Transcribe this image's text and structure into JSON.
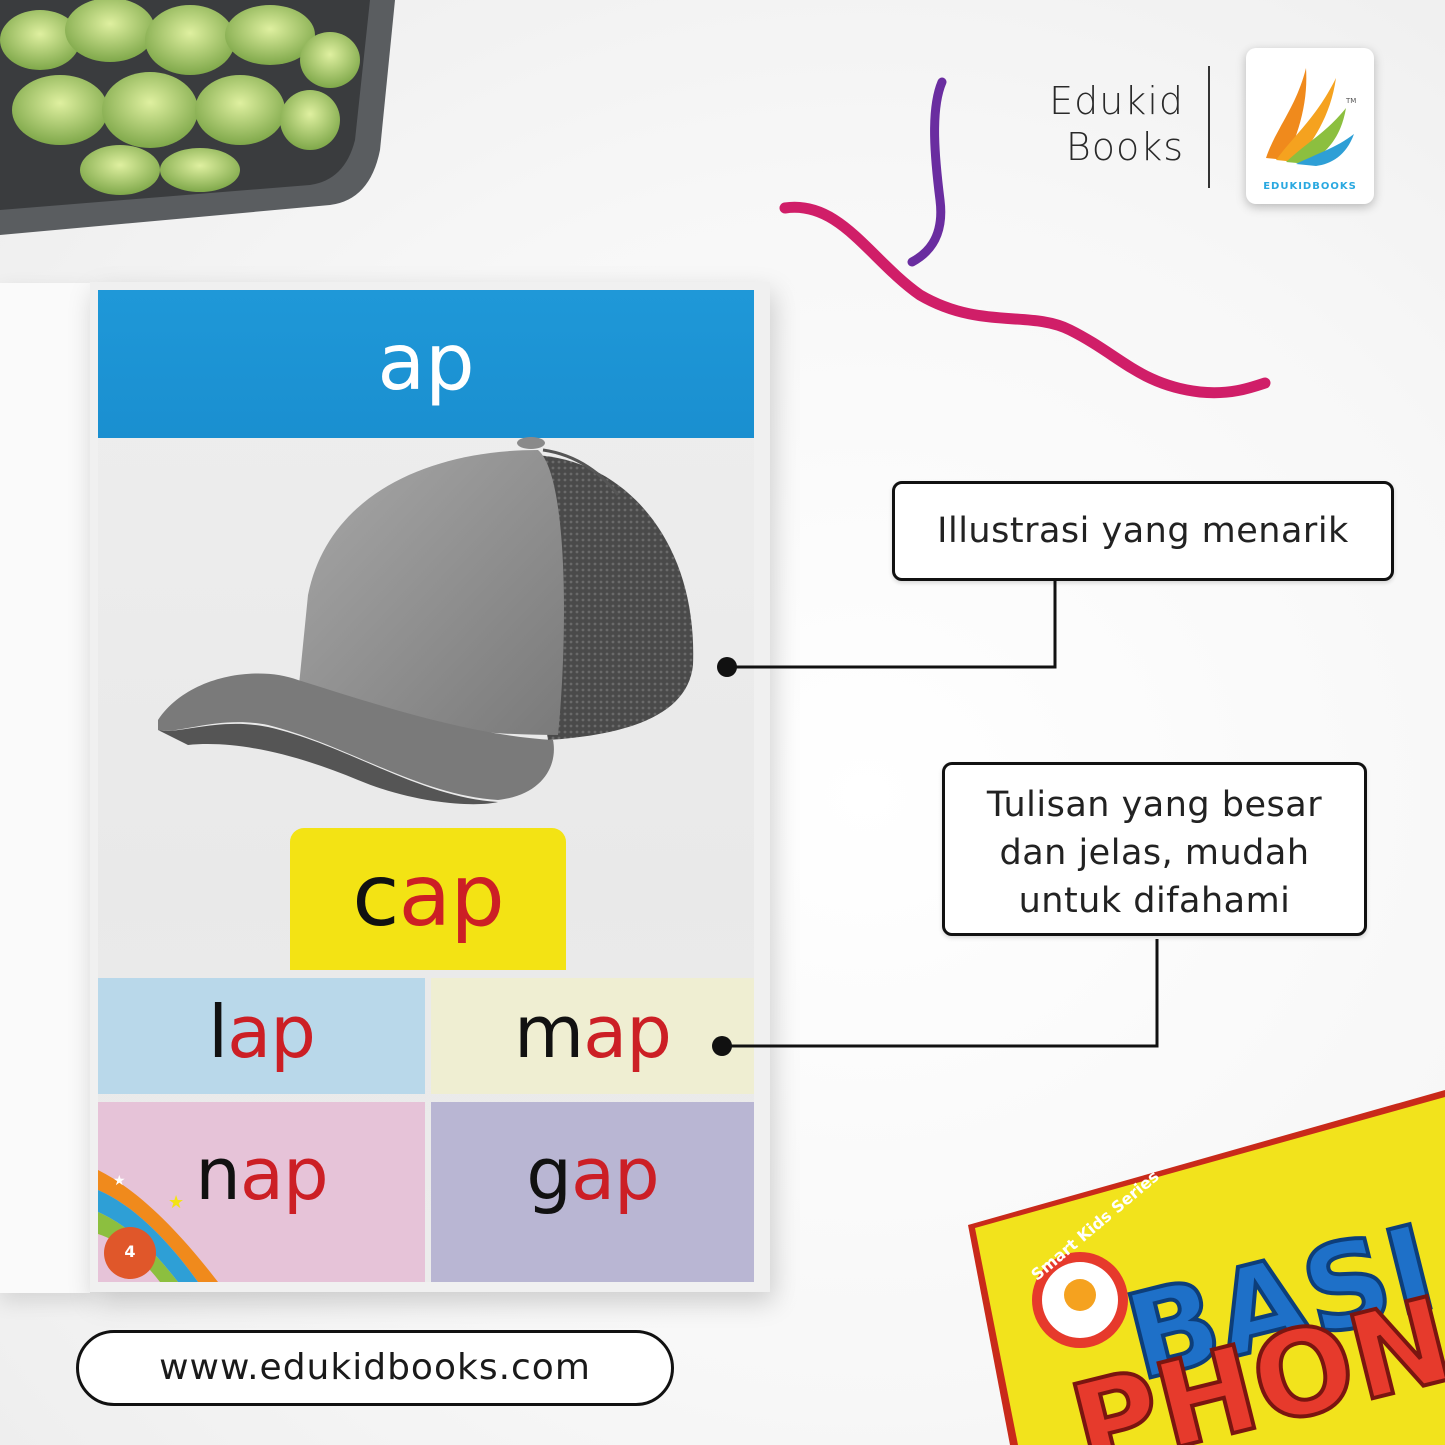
{
  "brand": {
    "name_line1": "Edukid",
    "name_line2": "Books",
    "logo_label": "EDUKIDBOOKS",
    "colors": {
      "accent_blue": "#1f98d8",
      "logo_orange": "#f08a1c"
    }
  },
  "book_page": {
    "header": "ap",
    "illustration": "baseball-cap",
    "main_word": {
      "onset": "c",
      "rime": "ap"
    },
    "words": [
      {
        "onset": "l",
        "rime": "ap"
      },
      {
        "onset": "m",
        "rime": "ap"
      },
      {
        "onset": "n",
        "rime": "ap"
      },
      {
        "onset": "g",
        "rime": "ap"
      }
    ],
    "page_number": "4",
    "colors": {
      "onset": "#111111",
      "rime": "#cc1f25",
      "header_band": "#1f98d8",
      "main_box": "#f3e314"
    }
  },
  "callouts": {
    "illustration": "Illustrasi yang menarik",
    "text_lines": [
      "Tulisan yang besar",
      "dan jelas, mudah",
      "untuk difahami"
    ]
  },
  "website": "www.edukidbooks.com",
  "cover": {
    "series": "Smart Kids Series",
    "title_fragment_1": "BASI",
    "title_fragment_2": "PHON"
  }
}
